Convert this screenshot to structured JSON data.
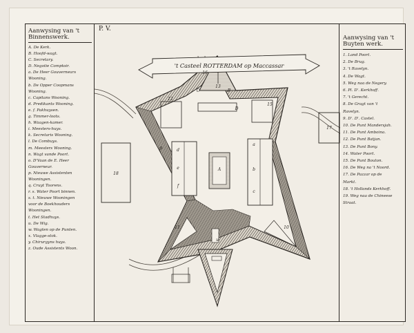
{
  "plate": {
    "number": "P. V.",
    "title_banner": "'t Casteel ROTTERDAM op Maccassar"
  },
  "legend_left": {
    "title": "Aanwysing van 't Binnenswerk.",
    "items": [
      "A. De Kerk.",
      "B. Hoofd-wagt.",
      "C. Secretary.",
      "D. Negotie Comptoir.",
      "a. De Heer Gouverneurs",
      "   Wooning.",
      "b. De Opper Coopmans",
      "   Wooning.",
      "c. Capitans Wooning.",
      "d. Predikants Wooning.",
      "e. f. Pakhuysen.",
      "g. Timmer-loots.",
      "h. Waagen-kamer.",
      "i. Meesters-huys.",
      "k. Secretaris Wooning.",
      "l. De Combuys.",
      "m. Meesters Wooning.",
      "n. Wagt vande Poort.",
      "o. D'Vaan de E. Heer",
      "   Gouverneur.",
      "p. Nieuwe Assistenten",
      "   Wooningen.",
      "q. Cruyt Toorens.",
      "r. s. Water Poort binnen.",
      "s. t. Nieuwe Wooningen",
      "   voor de Boekhouders",
      "   Wooningen.",
      "t. Het Stadhuys.",
      "u. De Wig.",
      "w. Wagten op de Punten.",
      "x. Vlagge-stok.",
      "y. Chirurgyns huys.",
      "z. Oude Assistents Woon."
    ]
  },
  "legend_right": {
    "title": "Aanwysing van 't Buyten werk.",
    "items": [
      "1. Land Poort.",
      "2. De Brug.",
      "3. 't Ravelyn.",
      "4. De Wagt.",
      "5. Weg naa de Negery.",
      "6. Pl. D'. Kerkhoff.",
      "7. 't Gerecht.",
      "8. De Gragt van 't",
      "   Ravelyn.",
      "9. D'. D'. Castel.",
      "10. De Punt Mandersjah.",
      "11. De Punt Amboina.",
      "12. De Punt Batjan.",
      "13. De Punt Bony.",
      "14. Water Poort.",
      "15. De Punt Bouton.",
      "16. De Weg na 't Noord.",
      "17. De Pazzar op de",
      "    Markt.",
      "18. 't Hollands Kerkhoff.",
      "19. Weg naa de Chineese",
      "    Straat."
    ]
  },
  "map": {
    "building_labels": [
      "A",
      "B",
      "C",
      "D",
      "a",
      "b",
      "c",
      "d",
      "e",
      "f",
      "u"
    ],
    "bastion_numbers": [
      "9",
      "10",
      "11",
      "12",
      "13",
      "15",
      "16",
      "17",
      "18"
    ]
  }
}
